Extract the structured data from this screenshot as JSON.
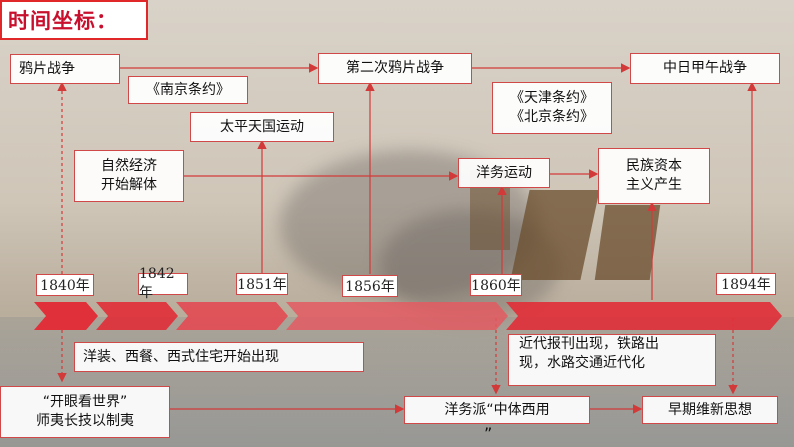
{
  "title": "时间坐标：",
  "years": [
    "1840年",
    "1842年",
    "1851年",
    "1856年",
    "1860年",
    "1894年"
  ],
  "events_top": {
    "opium_war": "鸦片战争",
    "second_opium_war": "第二次鸦片战争",
    "sino_japanese_war": "中日甲午战争",
    "nanjing_treaty": "《南京条约》",
    "taiping": "太平天国运动",
    "tianjin_treaty": "《天津条约》",
    "beijing_treaty": "《北京条约》",
    "natural_economy_line1": "自然经济",
    "natural_economy_line2": "开始解体",
    "westernization_movement": "洋务运动",
    "national_capital_line1": "民族资本",
    "national_capital_line2": "主义产生"
  },
  "events_bottom": {
    "western_lifestyle": "洋装、西餐、西式住宅开始出现",
    "modern_media_line1": "近代报刊出现，铁路出",
    "modern_media_line2": "现，水路交通近代化",
    "open_eyes_line1": "“开眼看世界”",
    "open_eyes_line2": "师夷长技以制夷",
    "westernization_school_line1": "洋务派“中体西用",
    "westernization_school_line2": "”",
    "early_reform": "早期维新思想"
  },
  "colors": {
    "accent": "#d04848",
    "title_red": "#c8102e",
    "arrow": "#d23a3a"
  }
}
